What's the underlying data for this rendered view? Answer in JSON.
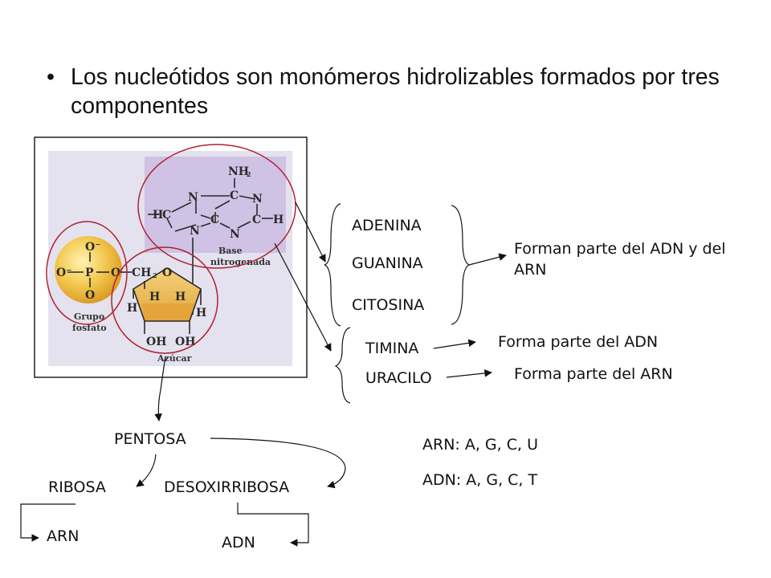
{
  "slide": {
    "bullet": "•",
    "text": "Los nucleótidos son monómeros hidrolizables formados por tres componentes"
  },
  "molecule": {
    "atoms": {
      "n": "N",
      "c": "C",
      "h": "H",
      "o": "O",
      "p": "P",
      "nh2": "NH",
      "nh2_sub": "2",
      "ch2": "CH",
      "ch2_sub": "2",
      "oh": "OH",
      "o_minus": "O⁻"
    },
    "labels": {
      "base_line1": "Base",
      "base_line2": "nitrogenada",
      "phosphate_line1": "Grupo",
      "phosphate_line2": "fosfato",
      "sugar": "Azúcar"
    },
    "colors": {
      "panel_bg": "#e4e2ef",
      "base_bg": "#cfc2e4",
      "sugar_ring": "#f2c66a",
      "phosphate": "#f0c24a",
      "circle_outline": "#b02030"
    }
  },
  "bases": {
    "purine_pyrimidine": [
      "ADENINA",
      "GUANINA",
      "CITOSINA"
    ],
    "exclusive": [
      "TIMINA",
      "URACILO"
    ]
  },
  "notes": {
    "shared": "Forman parte del ADN y del ARN",
    "timina": "Forma parte del ADN",
    "uracilo": "Forma parte del ARN",
    "arn_bases": "ARN: A, G, C, U",
    "adn_bases": "ADN: A, G, C, T"
  },
  "sugars": {
    "pentosa": "PENTOSA",
    "ribosa": "RIBOSA",
    "desoxirribosa": "DESOXIRRIBOSA",
    "arn": "ARN",
    "adn": "ADN"
  }
}
